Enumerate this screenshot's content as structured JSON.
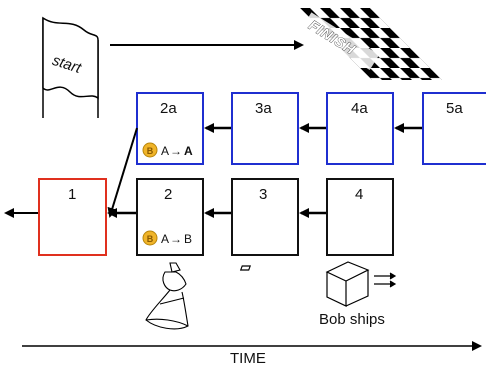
{
  "flags": {
    "start": "start",
    "finish": "FINISH"
  },
  "chain_a": {
    "color": "#1f2fd0",
    "blocks": [
      {
        "label": "2a",
        "tx_from": "A",
        "tx_to": "A"
      },
      {
        "label": "3a"
      },
      {
        "label": "4a"
      },
      {
        "label": "5a"
      }
    ]
  },
  "main_chain": {
    "blocks": [
      {
        "label": "1",
        "color": "#e0301e"
      },
      {
        "label": "2",
        "color": "#111111",
        "tx_from": "A",
        "tx_to": "B"
      },
      {
        "label": "3",
        "color": "#111111"
      },
      {
        "label": "4",
        "color": "#111111"
      }
    ]
  },
  "coin_icon": {
    "symbol": "B",
    "color": "#f0b429",
    "edge": "#b8860b"
  },
  "arrow_glyph": "→",
  "shipment": {
    "caption": "Bob ships"
  },
  "time_axis": {
    "label": "TIME"
  }
}
